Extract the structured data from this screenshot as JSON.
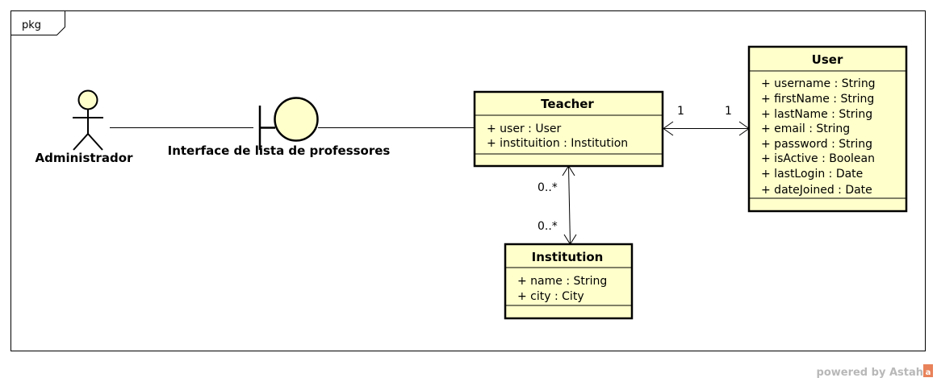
{
  "frame": {
    "label": "pkg"
  },
  "actor": {
    "name": "Administrador"
  },
  "boundary": {
    "name": "Interface de lista de professores"
  },
  "classes": {
    "teacher": {
      "name": "Teacher",
      "attributes": [
        "+ user : User",
        "+ instituition : Institution"
      ]
    },
    "user": {
      "name": "User",
      "attributes": [
        "+ username : String",
        "+ firstName : String",
        "+ lastName : String",
        "+ email : String",
        "+ password : String",
        "+ isActive : Boolean",
        "+ lastLogin : Date",
        "+ dateJoined : Date"
      ]
    },
    "institution": {
      "name": "Institution",
      "attributes": [
        "+ name : String",
        "+ city : City"
      ]
    }
  },
  "associations": {
    "teacher_user": {
      "teacher_end": "1",
      "user_end": "1"
    },
    "teacher_institution": {
      "teacher_end": "0..*",
      "institution_end": "0..*"
    }
  },
  "watermark": {
    "text": "powered by Astah",
    "logo": "astah-logo-icon",
    "logo_color": "#e8825a"
  },
  "colors": {
    "class_fill": "#ffffcc",
    "stroke": "#000000"
  }
}
